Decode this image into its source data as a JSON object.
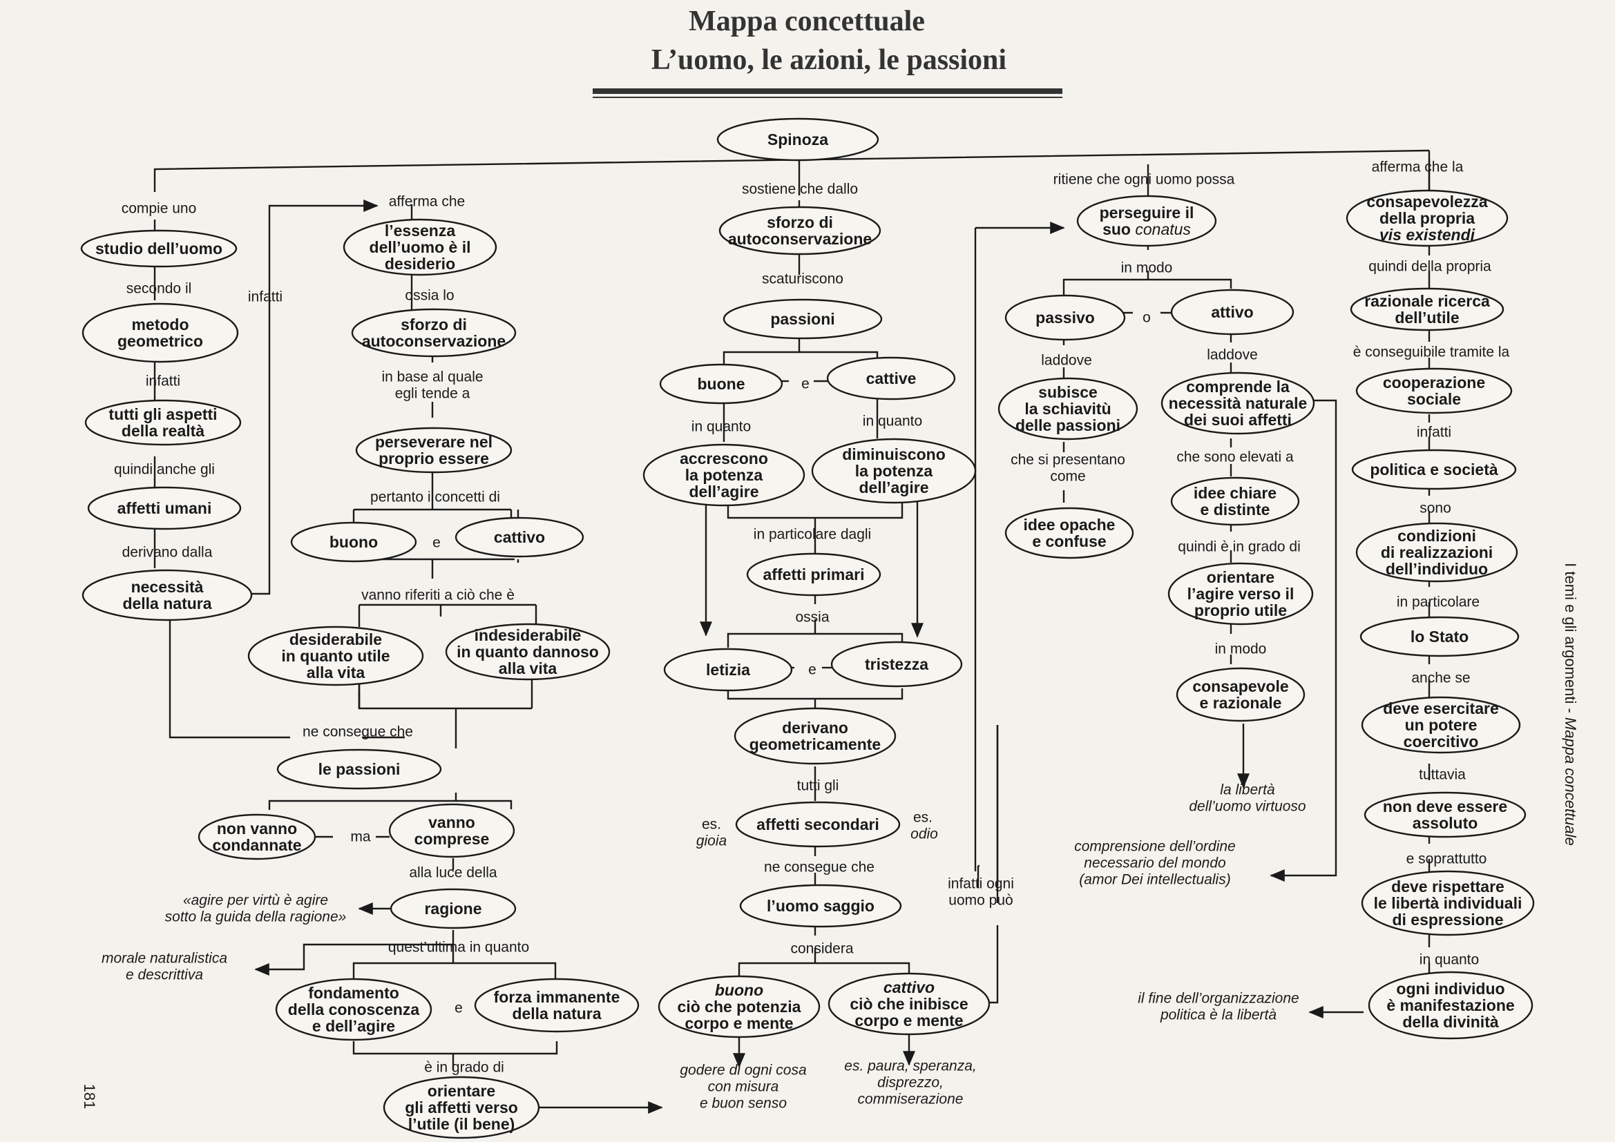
{
  "title": [
    "Mappa concettuale",
    "L’uomo, le azioni, le passioni"
  ],
  "side_text": {
    "prefix": "I temi e gli argomenti - ",
    "italic": "Mappa concettuale"
  },
  "page_number": "181",
  "nodes": {
    "spinoza": [
      "Spinoza"
    ],
    "studio_uomo": [
      "studio dell’uomo"
    ],
    "metodo_geometrico": [
      "metodo",
      "geometrico"
    ],
    "tutti_aspetti": [
      "tutti gli aspetti",
      "della realtà"
    ],
    "affetti_umani": [
      "affetti umani"
    ],
    "necessita_natura": [
      "necessità",
      "della natura"
    ],
    "essenza_desiderio": [
      "l’essenza",
      "dell’uomo è il",
      "desiderio"
    ],
    "sforzo_autocons_l": [
      "sforzo di",
      "autoconservazione"
    ],
    "perseverare": [
      "perseverare nel",
      "proprio essere"
    ],
    "buono_l": [
      "buono"
    ],
    "cattivo_l": [
      "cattivo"
    ],
    "desiderabile": [
      "desiderabile",
      "in quanto utile",
      "alla vita"
    ],
    "indesiderabile": [
      "indesiderabile",
      "in quanto dannoso",
      "alla vita"
    ],
    "le_passioni": [
      "le passioni"
    ],
    "non_condannate": [
      "non vanno",
      "condannate"
    ],
    "vanno_comprese": [
      "vanno",
      "comprese"
    ],
    "ragione": [
      "ragione"
    ],
    "fondamento": [
      "fondamento",
      "della conoscenza",
      "e dell’agire"
    ],
    "forza_immanente": [
      "forza immanente",
      "della natura"
    ],
    "orientare_affetti": [
      "orientare",
      "gli affetti verso",
      "l’utile (il bene)"
    ],
    "sforzo_autocons_c": [
      "sforzo di",
      "autoconservazione"
    ],
    "passioni": [
      "passioni"
    ],
    "buone": [
      "buone"
    ],
    "cattive": [
      "cattive"
    ],
    "accrescono": [
      "accrescono",
      "la potenza",
      "dell’agire"
    ],
    "diminuiscono": [
      "diminuiscono",
      "la potenza",
      "dell’agire"
    ],
    "affetti_primari": [
      "affetti primari"
    ],
    "letizia": [
      "letizia"
    ],
    "tristezza": [
      "tristezza"
    ],
    "derivano_geo": [
      "derivano",
      "geometricamente"
    ],
    "affetti_secondari": [
      "affetti secondari"
    ],
    "uomo_saggio": [
      "l’uomo saggio"
    ],
    "buono_c": [
      "buono",
      "ciò che potenzia",
      "corpo e mente"
    ],
    "cattivo_c": [
      "cattivo",
      "ciò che inibisce",
      "corpo e mente"
    ],
    "perseguire": [
      "perseguire il",
      "suo conatus"
    ],
    "passivo": [
      "passivo"
    ],
    "attivo": [
      "attivo"
    ],
    "subisce": [
      "subisce",
      "la schiavitù",
      "delle passioni"
    ],
    "comprende": [
      "comprende la",
      "necessità naturale",
      "dei suoi affetti"
    ],
    "idee_opache": [
      "idee opache",
      "e confuse"
    ],
    "idee_chiare": [
      "idee chiare",
      "e distinte"
    ],
    "orientare_agire": [
      "orientare",
      "l’agire verso il",
      "proprio utile"
    ],
    "consapevole": [
      "consapevole",
      "e razionale"
    ],
    "consapevolezza": [
      "consapevolezza",
      "della propria",
      "vis existendi"
    ],
    "razionale_ricerca": [
      "razionale ricerca",
      "dell’utile"
    ],
    "cooperazione": [
      "cooperazione",
      "sociale"
    ],
    "politica_societa": [
      "politica e società"
    ],
    "condizioni": [
      "condizioni",
      "di realizzazioni",
      "dell’individuo"
    ],
    "lo_stato": [
      "lo Stato"
    ],
    "potere_coercitivo": [
      "deve esercitare",
      "un potere",
      "coercitivo"
    ],
    "non_assoluto": [
      "non deve essere",
      "assoluto"
    ],
    "liberta_individuali": [
      "deve rispettare",
      "le libertà individuali",
      "di espressione"
    ],
    "ogni_individuo": [
      "ogni individuo",
      "è manifestazione",
      "della divinità"
    ]
  },
  "labels": {
    "compie_uno": [
      "compie uno"
    ],
    "secondo_il": [
      "secondo il"
    ],
    "infatti_1": [
      "infatti"
    ],
    "quindi_anche_gli": [
      "quindi anche gli"
    ],
    "derivano_dalla": [
      "derivano dalla"
    ],
    "infatti_loop": [
      "infatti"
    ],
    "afferma_che": [
      "afferma che"
    ],
    "ossia_lo": [
      "ossia lo"
    ],
    "in_base_al_quale": [
      "in base al quale",
      "egli tende a"
    ],
    "pertanto": [
      "pertanto i concetti di"
    ],
    "e_1": [
      "e"
    ],
    "vanno_riferiti": [
      "vanno riferiti a ciò che è"
    ],
    "ne_consegue_1": [
      "ne consegue che"
    ],
    "ma": [
      "ma"
    ],
    "alla_luce": [
      "alla luce della"
    ],
    "agire_virtu": [
      "«agire per virtù è agire",
      "sotto la guida della ragione»"
    ],
    "quest_ultima": [
      "quest’ultima in quanto"
    ],
    "morale": [
      "morale naturalistica",
      "e descrittiva"
    ],
    "e_2": [
      "e"
    ],
    "in_grado_di": [
      "è in grado di"
    ],
    "sostiene": [
      "sostiene che dallo"
    ],
    "scaturiscono": [
      "scaturiscono"
    ],
    "e_3": [
      "e"
    ],
    "in_quanto_1": [
      "in quanto"
    ],
    "in_quanto_2": [
      "in quanto"
    ],
    "in_particolare_dagli": [
      "in particolare dagli"
    ],
    "ossia": [
      "ossia"
    ],
    "e_4": [
      "e"
    ],
    "tutti_gli": [
      "tutti gli"
    ],
    "es_gioia_1": [
      "es."
    ],
    "es_gioia_2": [
      "gioia"
    ],
    "es_odio_1": [
      "es."
    ],
    "es_odio_2": [
      "odio"
    ],
    "ne_consegue_2": [
      "ne consegue che"
    ],
    "considera": [
      "considera"
    ],
    "godere": [
      "godere di ogni cosa",
      "con misura",
      "e buon senso"
    ],
    "es_paura": [
      "es. paura, speranza,",
      "disprezzo,",
      "commiserazione"
    ],
    "infatti_ogni": [
      "infatti ogni",
      "uomo può"
    ],
    "ritiene": [
      "ritiene che ogni uomo possa"
    ],
    "in_modo_1": [
      "in modo"
    ],
    "o": [
      "o"
    ],
    "laddove_1": [
      "laddove"
    ],
    "laddove_2": [
      "laddove"
    ],
    "che_si_presentano": [
      "che si presentano",
      "come"
    ],
    "che_sono_elevati": [
      "che sono elevati a"
    ],
    "quindi_grado": [
      "quindi è in grado di"
    ],
    "in_modo_2": [
      "in modo"
    ],
    "liberta_virtuoso": [
      "la libertà",
      "dell’uomo virtuoso"
    ],
    "comprensione": [
      "comprensione dell’ordine",
      "necessario del mondo",
      "(amor Dei intellectualis)"
    ],
    "afferma_che_la": [
      "afferma che la"
    ],
    "quindi_della": [
      "quindi della propria"
    ],
    "conseguibile": [
      "è conseguibile tramite la"
    ],
    "infatti_r": [
      "infatti"
    ],
    "sono": [
      "sono"
    ],
    "in_particolare": [
      "in particolare"
    ],
    "anche_se": [
      "anche se"
    ],
    "tuttavia": [
      "tuttavia"
    ],
    "e_soprattutto": [
      "e soprattutto"
    ],
    "in_quanto_r": [
      "in quanto"
    ],
    "fine_organizzazione": [
      "il fine dell’organizzazione",
      "politica è la libertà"
    ]
  }
}
